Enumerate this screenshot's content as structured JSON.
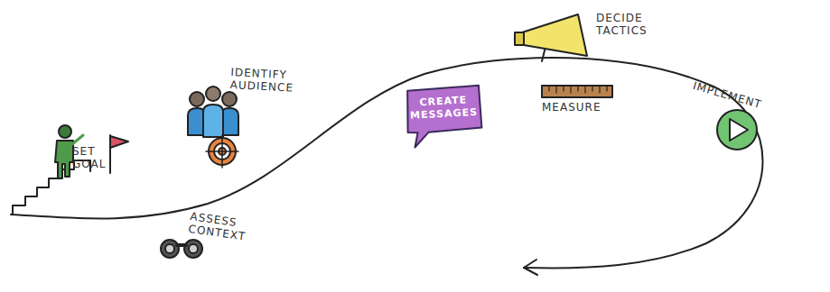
{
  "diagram": {
    "nodes": [
      {
        "text": [
          "SET GOAL"
        ]
      },
      {
        "text": [
          "ASSESS CONTEXT"
        ]
      },
      {
        "text": [
          "IDENTIFY AUDIENCE"
        ]
      },
      {
        "text": [
          "CREATE MESSAGES"
        ]
      },
      {
        "text": [
          "DECIDE TACTICS"
        ]
      },
      {
        "text": [
          "MEASURE"
        ]
      },
      {
        "text": [
          "IMPLEMENT"
        ]
      }
    ]
  }
}
